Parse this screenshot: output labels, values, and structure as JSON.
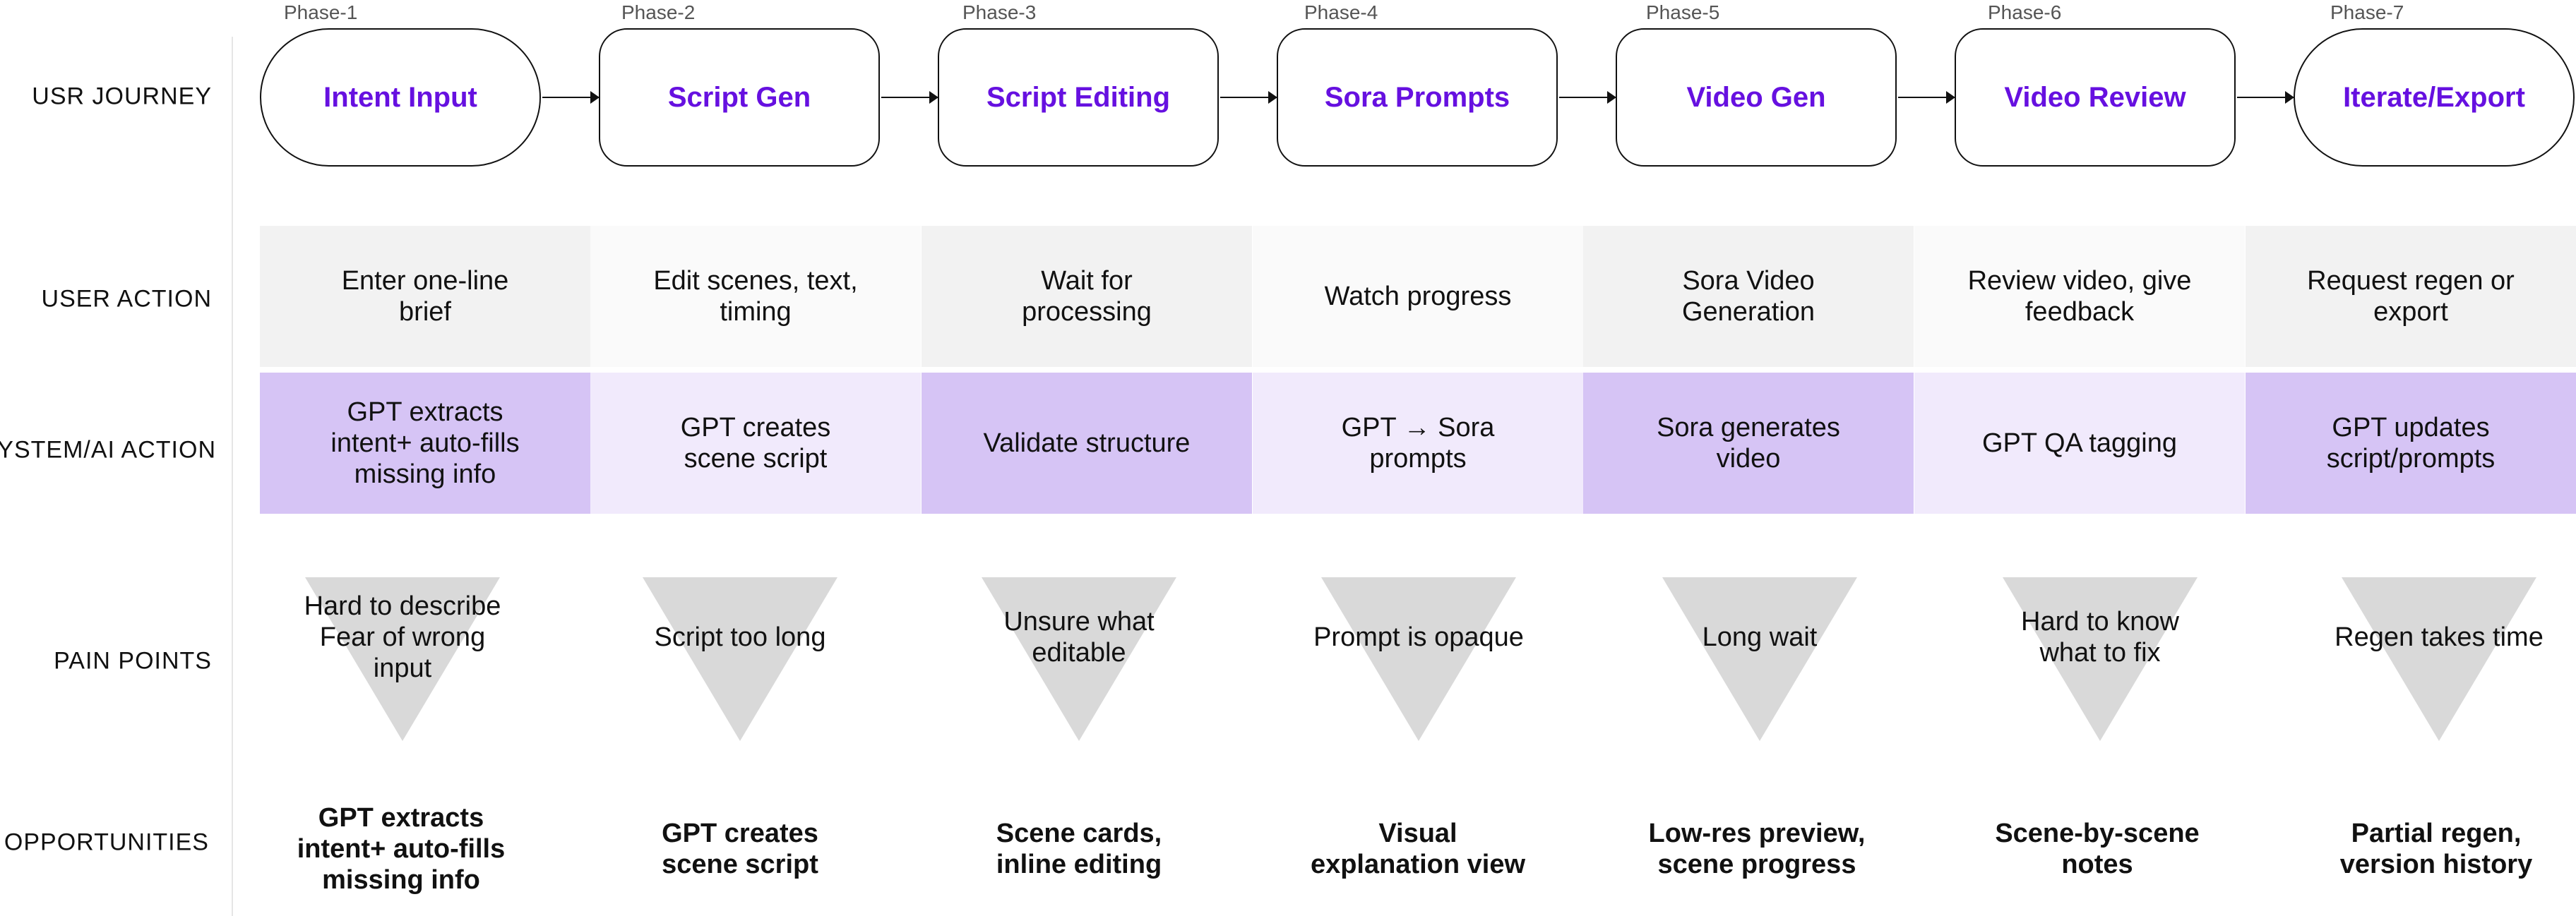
{
  "rows": {
    "journey": "USR JOURNEY",
    "user_action": "USER ACTION",
    "system": "SYSTEM/AI ACTION",
    "pain": "PAIN POINTS",
    "opportunities": "OPPORTUNITIES"
  },
  "phases": [
    {
      "label": "Phase-1",
      "journey": "Intent Input",
      "user_action": "Enter one-line\nbrief",
      "system": "GPT extracts\nintent+ auto-fills\nmissing info",
      "pain": "Hard to describe\nFear of wrong\ninput",
      "opportunity": "GPT extracts\nintent+ auto-fills\nmissing info"
    },
    {
      "label": "Phase-2",
      "journey": "Script Gen",
      "user_action": "Edit scenes, text,\ntiming",
      "system": "GPT creates\nscene script",
      "pain": "Script too long",
      "opportunity": "GPT creates\nscene script"
    },
    {
      "label": "Phase-3",
      "journey": "Script Editing",
      "user_action": "Wait for\nprocessing",
      "system": "Validate structure",
      "pain": "Unsure what\neditable",
      "opportunity": "Scene cards,\ninline editing"
    },
    {
      "label": "Phase-4",
      "journey": "Sora Prompts",
      "user_action": "Watch progress",
      "system": "GPT → Sora\nprompts",
      "pain": "Prompt is opaque",
      "opportunity": "Visual\nexplanation view"
    },
    {
      "label": "Phase-5",
      "journey": "Video Gen",
      "user_action": "Sora Video\nGeneration",
      "system": "Sora generates\nvideo",
      "pain": "Long wait",
      "opportunity": "Low-res preview,\nscene progress"
    },
    {
      "label": "Phase-6",
      "journey": "Video Review",
      "user_action": "Review video, give\nfeedback",
      "system": "GPT QA tagging",
      "pain": "Hard to know\nwhat to fix",
      "opportunity": "Scene-by-scene\nnotes"
    },
    {
      "label": "Phase-7",
      "journey": "Iterate/Export",
      "user_action": "Request regen or\nexport",
      "system": "GPT updates\nscript/prompts",
      "pain": "Regen takes time",
      "opportunity": "Partial regen,\nversion history"
    }
  ],
  "colors": {
    "journey_text": "#6610e0",
    "system_deep": "#d6c4f5",
    "system_pale": "#f1eafc",
    "action_shade": "#f2f2f2",
    "pain_triangle": "#d9d9d9"
  }
}
